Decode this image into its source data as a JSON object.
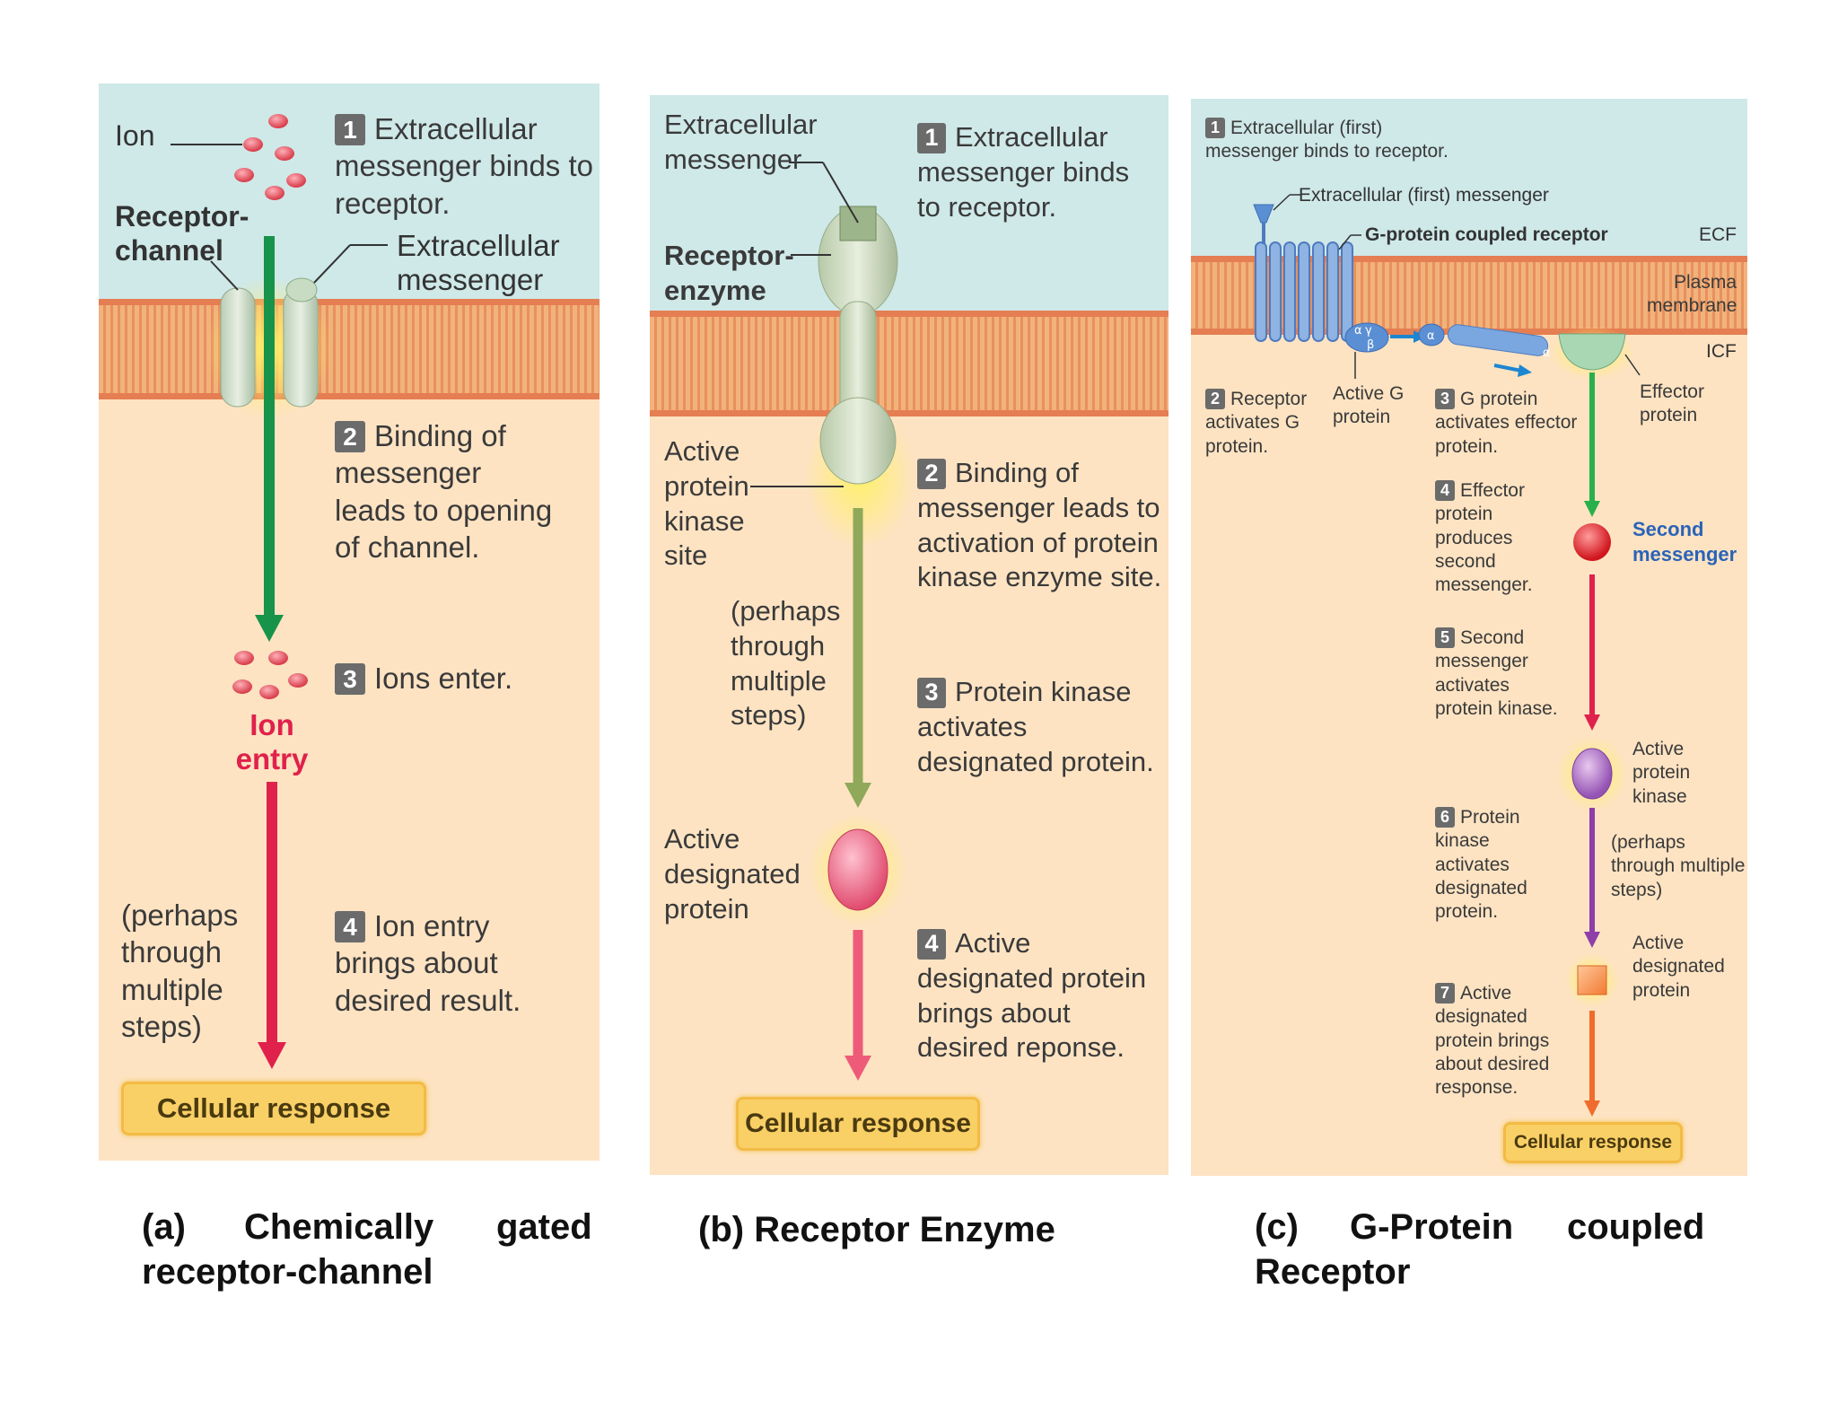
{
  "panel_a": {
    "ion_label": "Ion",
    "receptor_label_1": "Receptor-",
    "receptor_label_2": "channel",
    "ext_msg_1": "Extracellular",
    "ext_msg_2": "messenger",
    "step1_num": "1",
    "step1_text": "Extracellular messenger binds to receptor.",
    "step2_num": "2",
    "step2_text": "Binding of messenger leads to opening of channel.",
    "step3_num": "3",
    "step3_text": "Ions enter.",
    "ion_entry_1": "Ion",
    "ion_entry_2": "entry",
    "perhaps": "(perhaps through multiple steps)",
    "step4_num": "4",
    "step4_text": "Ion entry brings about desired result.",
    "response": "Cellular response"
  },
  "panel_b": {
    "ext_msg": "Extracellular messenger",
    "receptor_enzyme": "Receptor- enzyme",
    "step1_num": "1",
    "step1_text": "Extracellular messenger binds to receptor.",
    "active_kinase_site": "Active protein kinase site",
    "step2_num": "2",
    "step2_text": "Binding of messenger leads to activation of protein kinase enzyme site.",
    "perhaps": "(perhaps through multiple steps)",
    "step3_num": "3",
    "step3_text": "Protein kinase activates designated protein.",
    "active_designated": "Active designated protein",
    "step4_num": "4",
    "step4_text": "Active designated protein brings about desired reponse.",
    "response": "Cellular response"
  },
  "panel_c": {
    "step1_num": "1",
    "step1_text": "Extracellular (first) messenger binds to receptor.",
    "first_msg": "Extracellular (first) messenger",
    "gpcr": "G-protein coupled receptor",
    "ecf": "ECF",
    "plasma_membrane": "Plasma membrane",
    "icf": "ICF",
    "alpha": "α",
    "gamma": "γ",
    "beta": "β",
    "step2_num": "2",
    "step2_text": "Receptor activates G protein.",
    "active_g": "Active G protein",
    "step3_num": "3",
    "step3_text": "G protein activates effector protein.",
    "effector": "Effector protein",
    "step4_num": "4",
    "step4_text": "Effector protein produces second messenger.",
    "second_messenger": "Second messenger",
    "step5_num": "5",
    "step5_text": "Second messenger activates protein kinase.",
    "active_pk": "Active protein kinase",
    "step6_num": "6",
    "step6_text": "Protein kinase activates designated protein.",
    "perhaps": "(perhaps through multiple steps)",
    "active_designated": "Active designated protein",
    "step7_num": "7",
    "step7_text": "Active designated protein brings about desired response.",
    "response": "Cellular response"
  },
  "captions": {
    "a_1": "(a)",
    "a_2": "Chemically",
    "a_3": "gated",
    "a_4": "receptor-channel",
    "b": "(b) Receptor Enzyme",
    "c_1": "(c)",
    "c_2": "G-Protein",
    "c_3": "coupled",
    "c_4": "Receptor"
  }
}
